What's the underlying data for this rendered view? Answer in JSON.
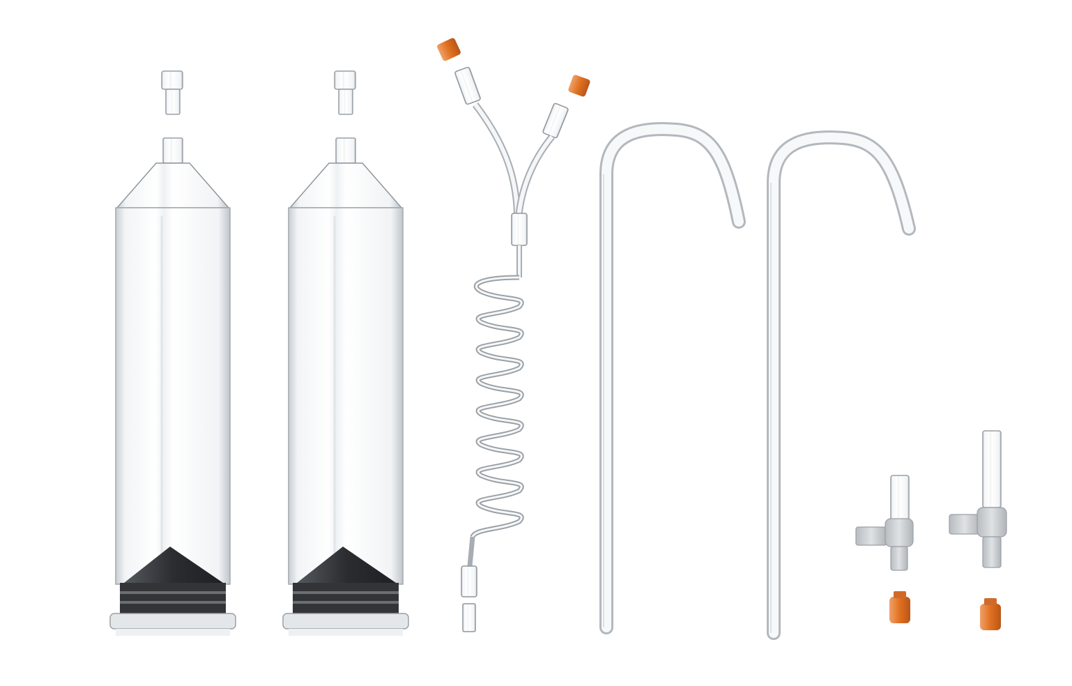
{
  "scene": {
    "background": "#ffffff",
    "components": [
      {
        "name": "syringe-left",
        "kind": "syringe"
      },
      {
        "name": "syringe-right",
        "kind": "syringe"
      },
      {
        "name": "y-connector-coiled-tubing",
        "kind": "tubing"
      },
      {
        "name": "j-spike-tube-left",
        "kind": "tube"
      },
      {
        "name": "j-spike-tube-right",
        "kind": "tube"
      },
      {
        "name": "stopcock-valve-small",
        "kind": "valve"
      },
      {
        "name": "stopcock-valve-large",
        "kind": "valve"
      }
    ],
    "colors": {
      "clear_plastic": "#e6eaee",
      "outline": "#9aa0a6",
      "plunger_dark": "#2d2f33",
      "luer_cap_orange": "#e2782f",
      "valve_grey": "#c6c9cc"
    }
  }
}
